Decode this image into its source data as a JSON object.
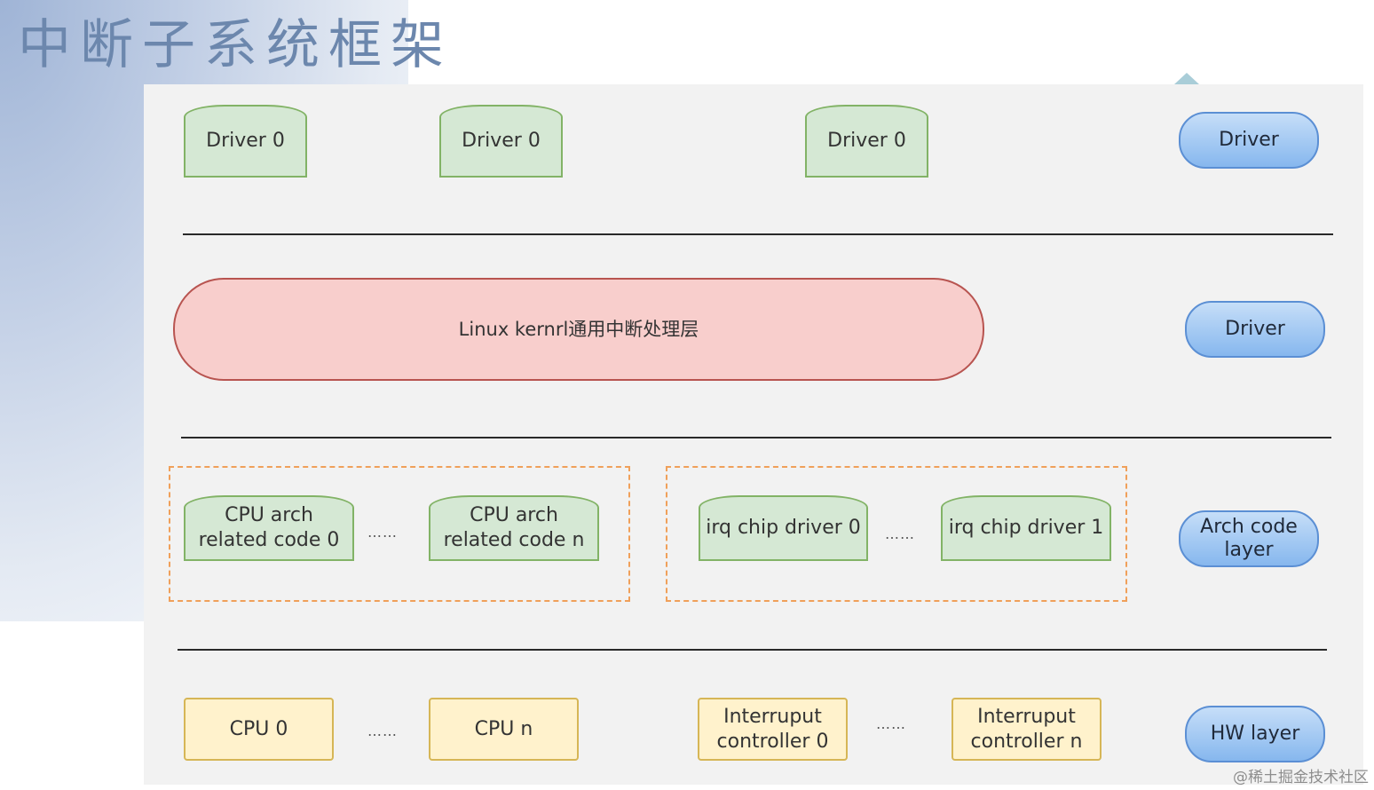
{
  "title": "中断子系统框架",
  "drivers": [
    "Driver 0",
    "Driver 0",
    "Driver 0"
  ],
  "kernel_layer": "Linux kernrl通用中断处理层",
  "cpu_arch": [
    "CPU arch\nrelated code 0",
    "CPU arch\nrelated code n"
  ],
  "irq_chips": [
    "irq chip driver 0",
    "irq chip driver 1"
  ],
  "cpus": [
    "CPU 0",
    "CPU n"
  ],
  "controllers": [
    "Interruput\ncontroller 0",
    "Interruput\ncontroller n"
  ],
  "ellipsis": "……",
  "layer_labels": [
    "Driver",
    "Driver",
    "Arch code\nlayer",
    "HW layer"
  ],
  "watermark": "@稀土掘金技术社区",
  "colors": {
    "green_fill": "#d5e8d4",
    "green_stroke": "#82b366",
    "red_fill": "#f8cecc",
    "red_stroke": "#b85450",
    "yellow_fill": "#fff2cc",
    "yellow_stroke": "#d6b656",
    "blue_fill": "#9ec5f3",
    "blue_stroke": "#5b8fd4",
    "dash_stroke": "#f0a05a"
  }
}
